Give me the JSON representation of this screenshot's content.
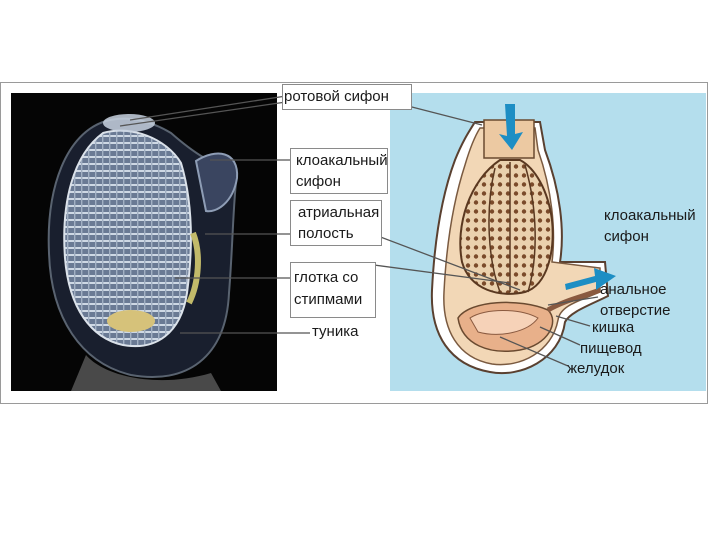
{
  "labels": {
    "oral_siphon": "ротовой сифон",
    "cloacal_siphon_left_1": "клоакальный",
    "cloacal_siphon_left_2": "сифон",
    "atrial_cavity_1": "атриальная",
    "atrial_cavity_2": "полость",
    "pharynx_1": "глотка со",
    "pharynx_2": "стипмами",
    "tunic": "туника",
    "cloacal_siphon_right_1": "клоакальный",
    "cloacal_siphon_right_2": "сифон",
    "anal_opening_1": "анальное",
    "anal_opening_2": "отверстие",
    "intestine": "кишка",
    "esophagus": "пищевод",
    "stomach": "желудок"
  },
  "colors": {
    "photo_bg": "#050505",
    "blue_panel": "#b4deed",
    "tissue": "#f2d7b6",
    "pharynx_brown": "#8a5a3a",
    "flow_arrow": "#1d8ec4"
  }
}
